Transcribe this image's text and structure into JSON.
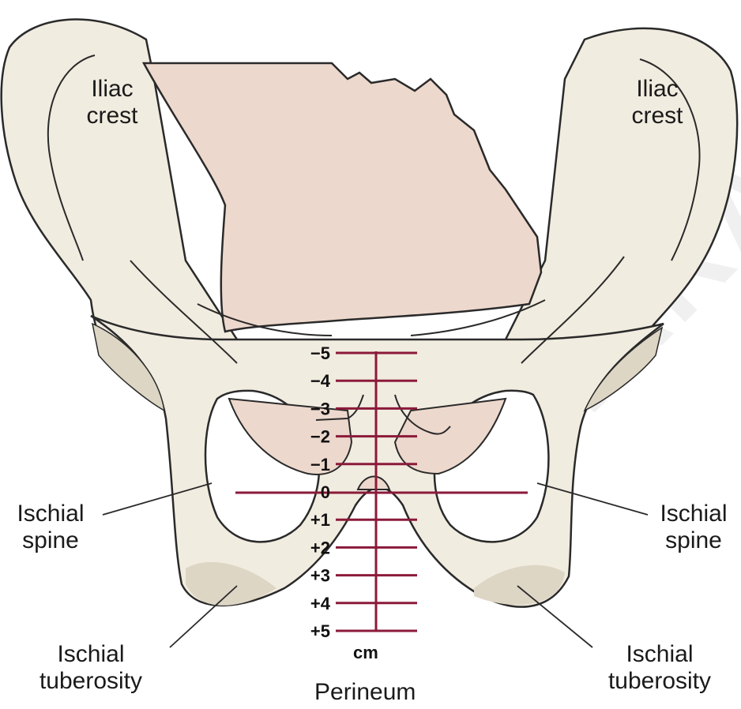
{
  "labels": {
    "iliac_crest_left": [
      "Iliac",
      "crest"
    ],
    "iliac_crest_right": [
      "Iliac",
      "crest"
    ],
    "ischial_spine_left": [
      "Ischial",
      "spine"
    ],
    "ischial_spine_right": [
      "Ischial",
      "spine"
    ],
    "ischial_tuberosity_left": [
      "Ischial",
      "tuberosity"
    ],
    "ischial_tuberosity_right": [
      "Ischial",
      "tuberosity"
    ],
    "perineum": "Perineum",
    "unit": "cm"
  },
  "stations": [
    "−5",
    "−4",
    "−3",
    "−2",
    "−1",
    "0",
    "+1",
    "+2",
    "+3",
    "+4",
    "+5"
  ],
  "watermark": "BHARAT",
  "colors": {
    "bone": "#f1ece0",
    "bone_shadow": "#ddd6c5",
    "fetal_head": "#edd8cd",
    "scale_line": "#8b1a3a",
    "outline": "#2a2a2a"
  }
}
